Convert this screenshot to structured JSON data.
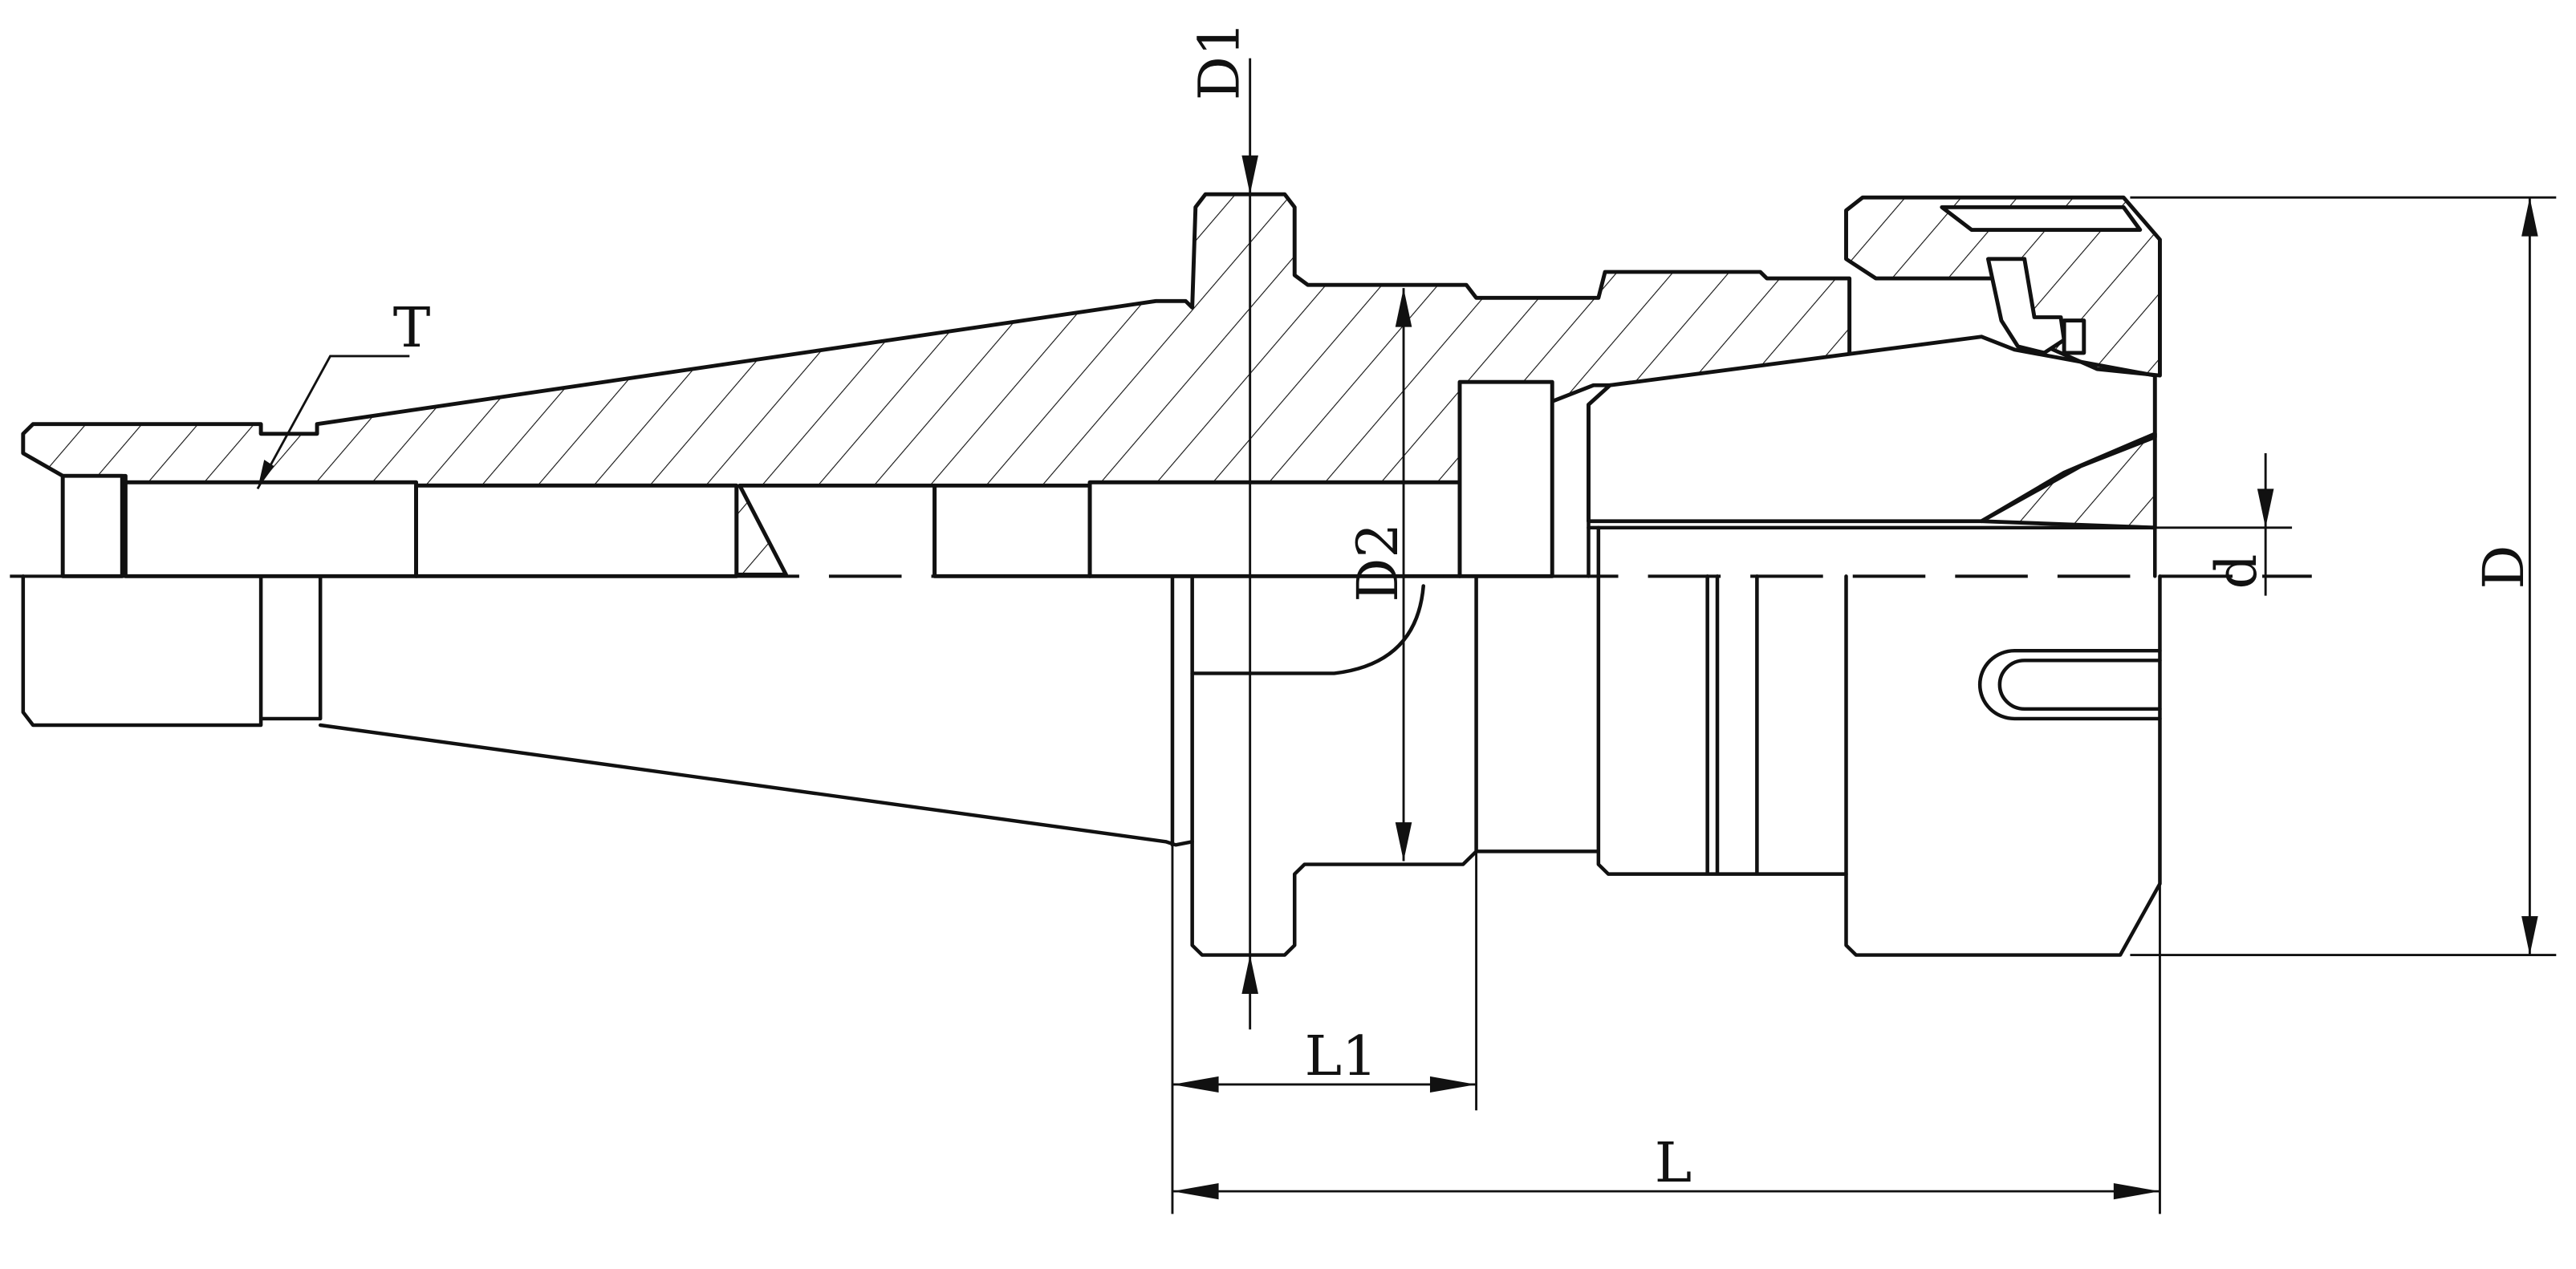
{
  "labels": {
    "T": "T",
    "D1": "D1",
    "D2": "D2",
    "d": "d",
    "D": "D",
    "L1": "L1",
    "L": "L"
  }
}
